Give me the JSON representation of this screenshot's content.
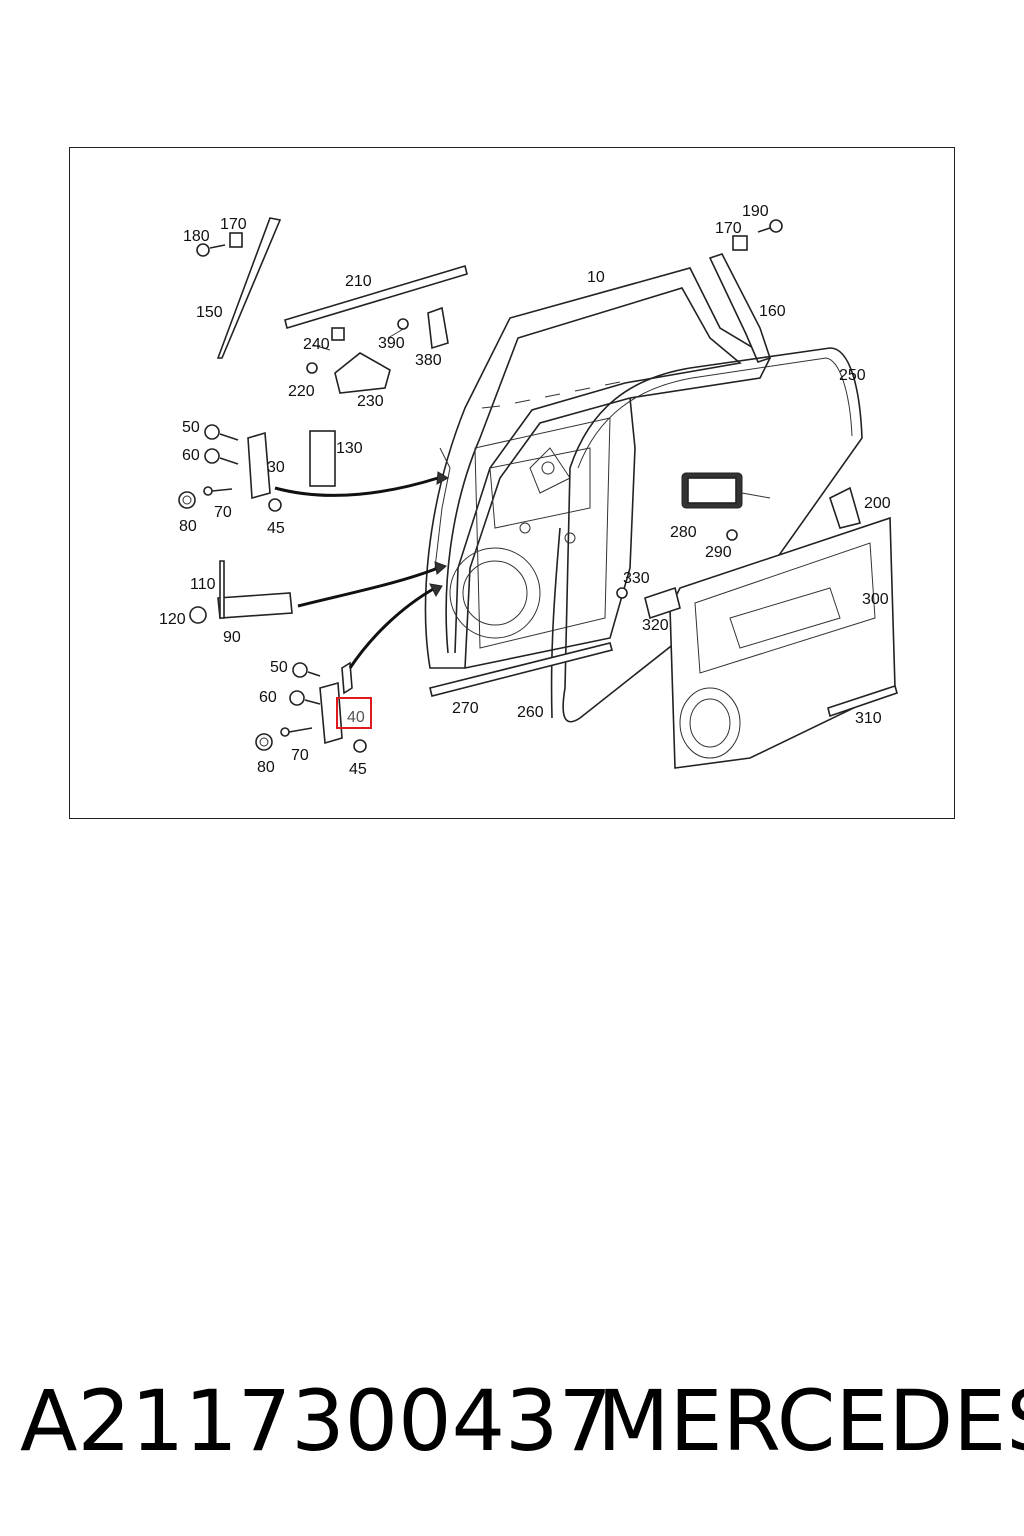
{
  "diagram": {
    "labels": {
      "l10": "10",
      "l30": "30",
      "l40": "40",
      "l45a": "45",
      "l45b": "45",
      "l50a": "50",
      "l50b": "50",
      "l60a": "60",
      "l60b": "60",
      "l70a": "70",
      "l70b": "70",
      "l80a": "80",
      "l80b": "80",
      "l90": "90",
      "l110": "110",
      "l120": "120",
      "l130": "130",
      "l150": "150",
      "l160": "160",
      "l170a": "170",
      "l170b": "170",
      "l180": "180",
      "l190": "190",
      "l200": "200",
      "l210": "210",
      "l220": "220",
      "l230": "230",
      "l240": "240",
      "l250": "250",
      "l260": "260",
      "l270": "270",
      "l280": "280",
      "l290": "290",
      "l300": "300",
      "l310": "310",
      "l320": "320",
      "l330": "330",
      "l380": "380",
      "l390": "390"
    },
    "highlighted_label": "40",
    "highlight_color": "#e0191e"
  },
  "footer": {
    "part_number": "A2117300437",
    "brand": "MERCEDES"
  }
}
